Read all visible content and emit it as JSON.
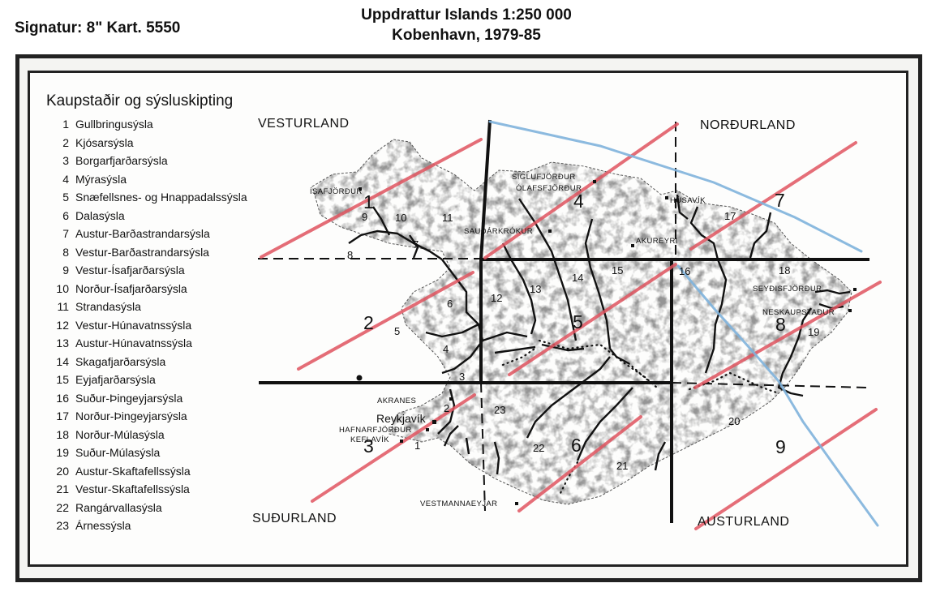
{
  "header": {
    "signature": "Signatur: 8\" Kart. 5550",
    "title_line1": "Uppdrattur Islands 1:250 000",
    "title_line2": "Kobenhavn, 1979-85"
  },
  "legend": {
    "title": "Kaupstaðir og sýsluskipting",
    "items": [
      {
        "num": "1",
        "name": "Gullbringusýsla"
      },
      {
        "num": "2",
        "name": "Kjósarsýsla"
      },
      {
        "num": "3",
        "name": "Borgarfjarðarsýsla"
      },
      {
        "num": "4",
        "name": "Mýrasýsla"
      },
      {
        "num": "5",
        "name": "Snæfellsnes- og Hnappadalssýsla"
      },
      {
        "num": "6",
        "name": "Dalasýsla"
      },
      {
        "num": "7",
        "name": "Austur-Barðastrandarsýsla"
      },
      {
        "num": "8",
        "name": "Vestur-Barðastrandarsýsla"
      },
      {
        "num": "9",
        "name": "Vestur-Ísafjarðarsýsla"
      },
      {
        "num": "10",
        "name": "Norður-Ísafjarðarsýsla"
      },
      {
        "num": "11",
        "name": "Strandasýsla"
      },
      {
        "num": "12",
        "name": "Vestur-Húnavatnssýsla"
      },
      {
        "num": "13",
        "name": "Austur-Húnavatnssýsla"
      },
      {
        "num": "14",
        "name": "Skagafjarðarsýsla"
      },
      {
        "num": "15",
        "name": "Eyjafjarðarsýsla"
      },
      {
        "num": "16",
        "name": "Suður-Þingeyjarsýsla"
      },
      {
        "num": "17",
        "name": "Norður-Þingeyjarsýsla"
      },
      {
        "num": "18",
        "name": "Norður-Múlasýsla"
      },
      {
        "num": "19",
        "name": "Suður-Múlasýsla"
      },
      {
        "num": "20",
        "name": "Austur-Skaftafellssýsla"
      },
      {
        "num": "21",
        "name": "Vestur-Skaftafellssýsla"
      },
      {
        "num": "22",
        "name": "Rangárvallasýsla"
      },
      {
        "num": "23",
        "name": "Árnessýsla"
      }
    ]
  },
  "regions": {
    "vesturland": "VESTURLAND",
    "nordurland": "NORÐURLAND",
    "sudurland": "SUÐURLAND",
    "austurland": "AUSTURLAND"
  },
  "towns": {
    "isafjordur": "ÍSAFJÖRÐUR",
    "siglufjordur": "SIGLUFJÖRÐUR",
    "olafsfjordur": "ÓLAFSFJÖRÐUR",
    "husavik": "HÚSAVÍK",
    "saudarkrokur": "SAUÐÁRKRÓKUR",
    "akureyri": "AKUREYRI",
    "seydisfjordur": "SEYÐISFJÖRÐUR",
    "neskaupstadur": "NESKAUPSTAÐUR",
    "akranes": "AKRANES",
    "reykjavik": "Reykjavík",
    "hafnarfjordur": "HAFNARFJÖRÐUR",
    "keflavik": "KEFLAVÍK",
    "vestmannaeyjar": "VESTMANNAEYJAR"
  },
  "sheet_numbers": {
    "s1": "1",
    "s2": "2",
    "s3": "3",
    "s4": "4",
    "s5": "5",
    "s6": "6",
    "s7": "7",
    "s8": "8",
    "s9": "9"
  },
  "county_numbers": {
    "c1": "1",
    "c2": "2",
    "c3": "3",
    "c4": "4",
    "c5": "5",
    "c6": "6",
    "c7": "7",
    "c8": "8",
    "c9": "9",
    "c10": "10",
    "c11": "11",
    "c12": "12",
    "c13": "13",
    "c14": "14",
    "c15": "15",
    "c16": "16",
    "c17": "17",
    "c18": "18",
    "c19": "19",
    "c20": "20",
    "c21": "21",
    "c22": "22",
    "c23": "23"
  },
  "colors": {
    "red_marks": "#e05560",
    "blue_marks": "#7fb3dc",
    "ink": "#111111"
  }
}
